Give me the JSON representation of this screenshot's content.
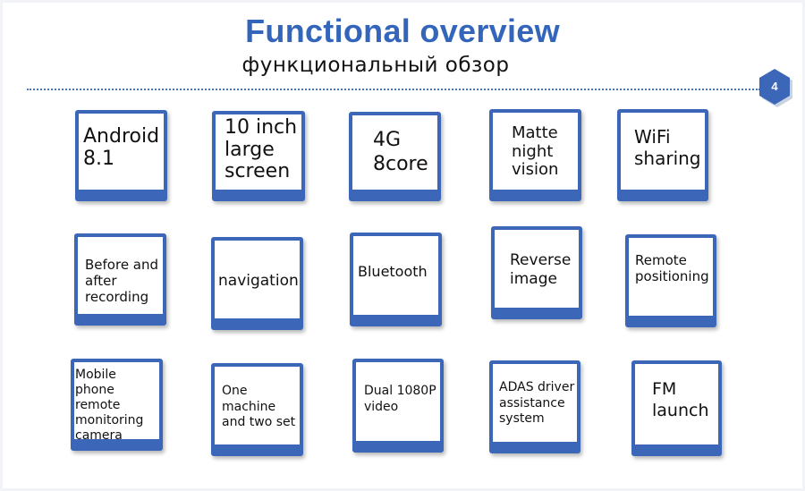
{
  "header": {
    "title": "Functional overview",
    "subtitle": "функциональный обзор",
    "page_number": "4"
  },
  "features": [
    "Android\n8.1",
    "10 inch\nlarge\nscreen",
    "4G\n8core",
    "Matte\nnight\nvision",
    "WiFi\nsharing",
    "Before and\nafter\nrecording",
    "navigation",
    "Bluetooth",
    "Reverse\nimage",
    "Remote\npositioning",
    "Mobile phone\nremote\nmonitoring\ncamera",
    "One\nmachine\nand two set",
    "Dual 1080P\nvideo",
    "ADAS driver\nassistance\nsystem",
    "FM\nlaunch"
  ],
  "colors": {
    "accent": "#3c66b8",
    "title": "#3366bb"
  }
}
